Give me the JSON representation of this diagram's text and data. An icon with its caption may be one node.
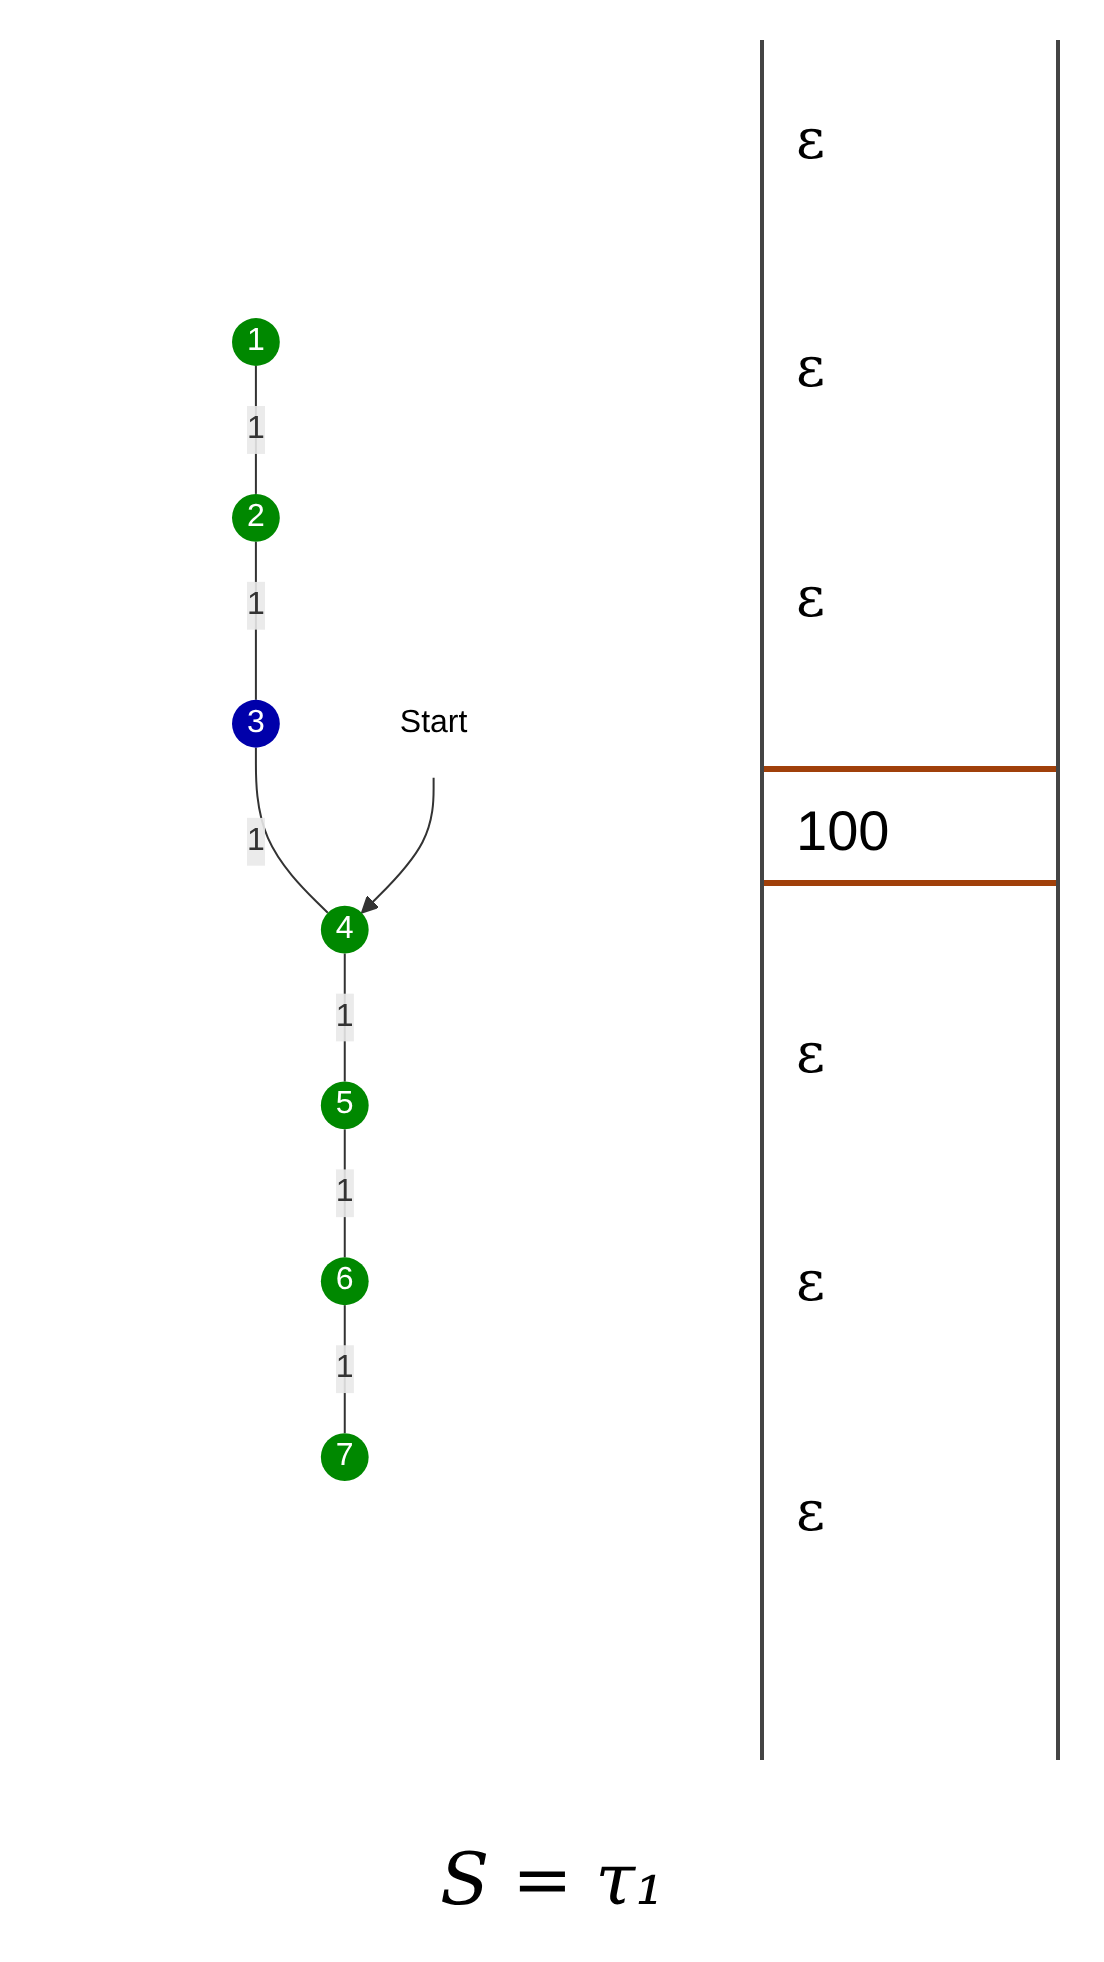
{
  "diagram": {
    "nodes": [
      {
        "text": [
          "1"
        ]
      },
      {
        "text": [
          "2"
        ]
      },
      {
        "text": [
          "3"
        ]
      },
      {
        "text": [
          "4"
        ]
      },
      {
        "text": [
          "5"
        ]
      },
      {
        "text": [
          "6"
        ]
      },
      {
        "text": [
          "7"
        ]
      },
      {
        "text": [
          "Start"
        ]
      }
    ],
    "edges": [
      {
        "from": 0,
        "to": 1,
        "arrow": "none",
        "label": "1"
      },
      {
        "from": 1,
        "to": 2,
        "arrow": "none",
        "label": "1"
      },
      {
        "from": 2,
        "to": 3,
        "arrow": "none",
        "label": "1"
      },
      {
        "from": 3,
        "to": 4,
        "arrow": "none",
        "label": "1"
      },
      {
        "from": 4,
        "to": 5,
        "arrow": "none",
        "label": "1"
      },
      {
        "from": 5,
        "to": 6,
        "arrow": "none",
        "label": "1"
      },
      {
        "from": 7,
        "to": 3,
        "arrow": "to"
      }
    ],
    "labels": [
      "ε",
      "ε",
      "ε",
      "100",
      "ε",
      "ε",
      "ε",
      "S = τ₁"
    ]
  }
}
